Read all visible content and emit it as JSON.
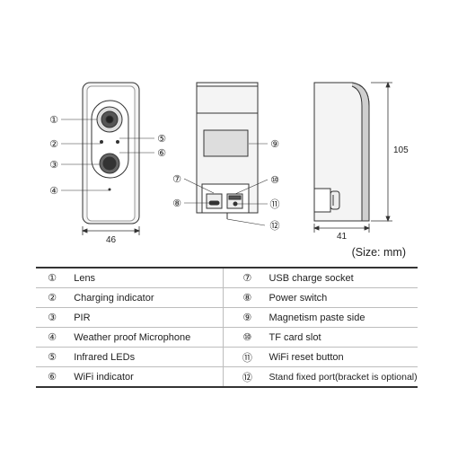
{
  "dimensions": {
    "width": "46",
    "depth": "41",
    "height": "105"
  },
  "size_note": "(Size: mm)",
  "callouts": [
    "①",
    "②",
    "③",
    "④",
    "⑤",
    "⑥",
    "⑦",
    "⑧",
    "⑨",
    "⑩",
    "⑪",
    "⑫"
  ],
  "legend": [
    {
      "n": "①",
      "label": "Lens"
    },
    {
      "n": "②",
      "label": "Charging indicator"
    },
    {
      "n": "③",
      "label": "PIR"
    },
    {
      "n": "④",
      "label": "Weather proof Microphone"
    },
    {
      "n": "⑤",
      "label": "Infrared LEDs"
    },
    {
      "n": "⑥",
      "label": "WiFi indicator"
    },
    {
      "n": "⑦",
      "label": "USB charge socket"
    },
    {
      "n": "⑧",
      "label": "Power switch"
    },
    {
      "n": "⑨",
      "label": "Magnetism paste side"
    },
    {
      "n": "⑩",
      "label": "TF card slot"
    },
    {
      "n": "⑪",
      "label": "WiFi reset button"
    },
    {
      "n": "⑫",
      "label": "Stand fixed port(bracket is optional)"
    }
  ]
}
